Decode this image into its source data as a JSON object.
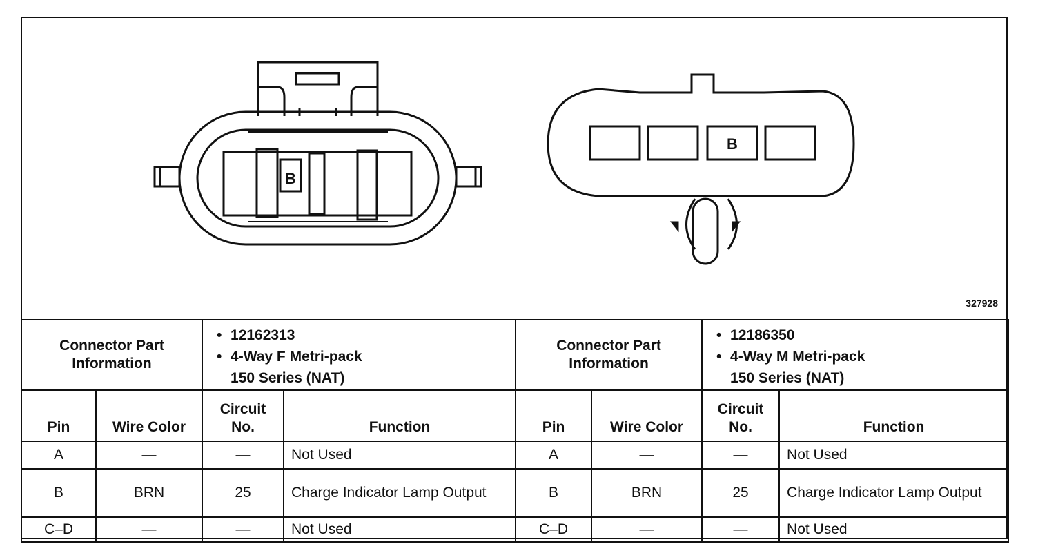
{
  "figure": {
    "id": "327928",
    "left_connector_pin_label": "B",
    "right_connector_pin_label": "B"
  },
  "connectors": [
    {
      "info_label": "Connector Part Information",
      "part_number": "12162313",
      "description_line1": "4-Way F Metri-pack",
      "description_line2": "150 Series (NAT)"
    },
    {
      "info_label": "Connector Part Information",
      "part_number": "12186350",
      "description_line1": "4-Way M Metri-pack",
      "description_line2": "150 Series (NAT)"
    }
  ],
  "headers": {
    "pin": "Pin",
    "wire_color": "Wire Color",
    "circuit_no": "Circuit No.",
    "function": "Function"
  },
  "rows": [
    {
      "pin": "A",
      "wire_color": "—",
      "circuit": "—",
      "function": "Not Used"
    },
    {
      "pin": "B",
      "wire_color": "BRN",
      "circuit": "25",
      "function": "Charge Indicator Lamp Output"
    },
    {
      "pin": "C–D",
      "wire_color": "—",
      "circuit": "—",
      "function": "Not Used"
    }
  ]
}
